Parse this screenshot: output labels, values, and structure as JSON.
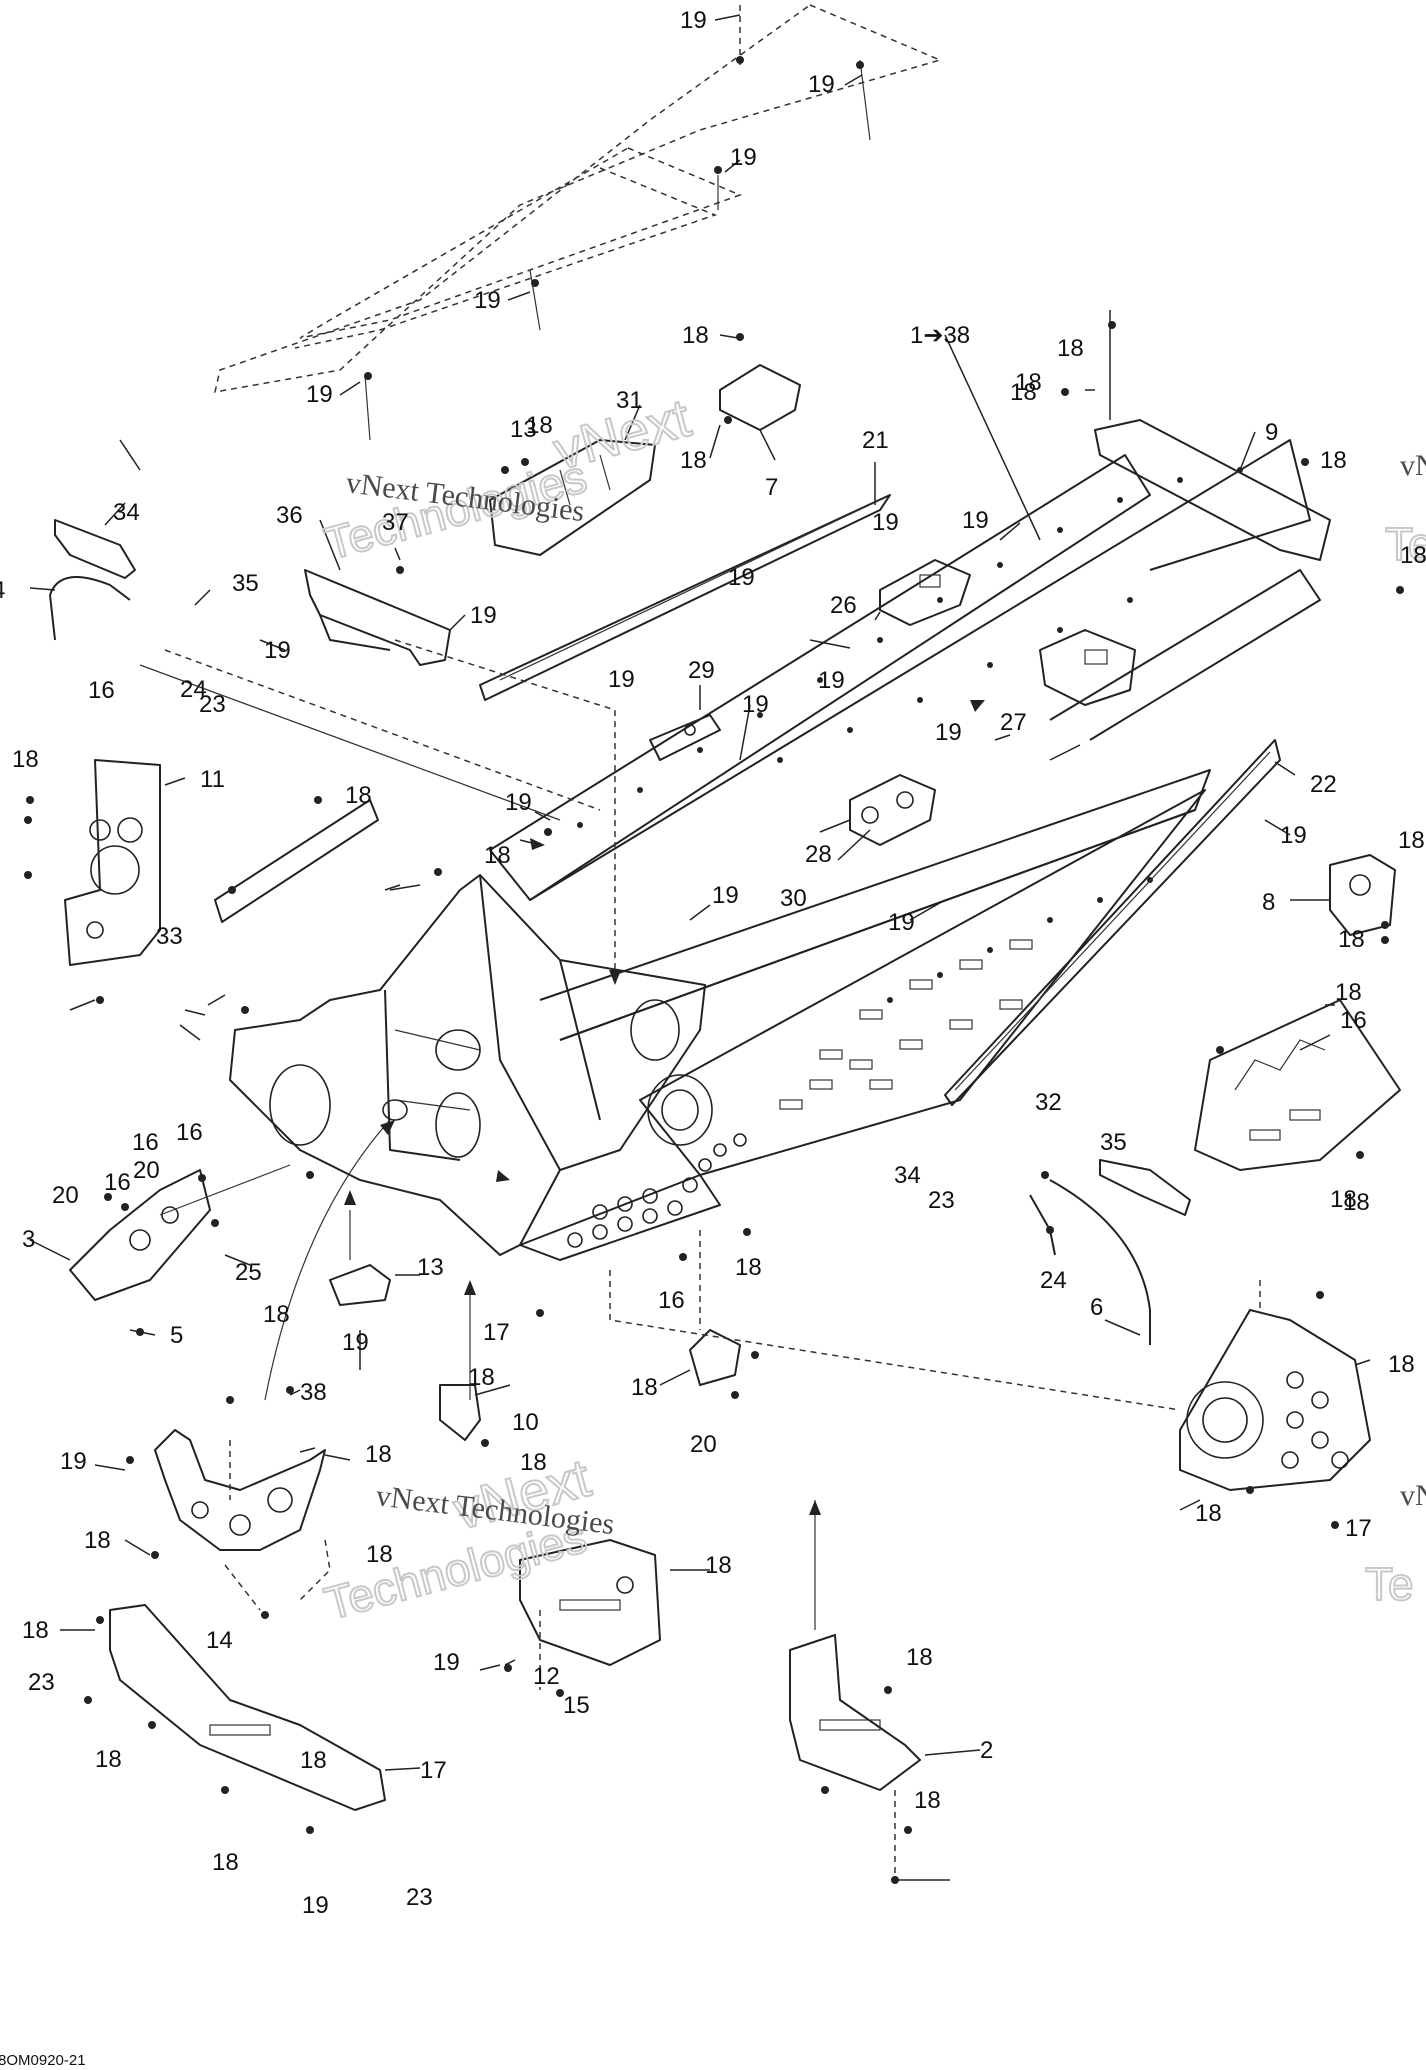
{
  "drawing_code": "8OM0920-21",
  "watermark": {
    "main": "vNext Technologies",
    "outline_top": "vNext",
    "outline_bottom": "Technologies",
    "edge_1": "vN",
    "edge_2": "Te"
  },
  "range_label": "1➔38",
  "callouts": [
    "19",
    "19",
    "19",
    "19",
    "19",
    "18",
    "18",
    "18",
    "7",
    "31",
    "18",
    "13",
    "21",
    "37",
    "36",
    "34",
    "35",
    "19",
    "19",
    "16",
    "24",
    "23",
    "4",
    "1➔38",
    "18",
    "18",
    "9",
    "18",
    "18",
    "19",
    "19",
    "19",
    "26",
    "19",
    "19",
    "27",
    "29",
    "19",
    "19",
    "22",
    "19",
    "18",
    "11",
    "18",
    "33",
    "19",
    "18",
    "18",
    "19",
    "28",
    "30",
    "19",
    "8",
    "18",
    "18",
    "18",
    "32",
    "35",
    "34",
    "23",
    "24",
    "16",
    "18",
    "16",
    "20",
    "16",
    "20",
    "16",
    "3",
    "25",
    "18",
    "13",
    "19",
    "16",
    "18",
    "17",
    "5",
    "6",
    "18",
    "20",
    "38",
    "18",
    "10",
    "18",
    "19",
    "18",
    "18",
    "18",
    "14",
    "18",
    "12",
    "18",
    "18",
    "17",
    "18",
    "23",
    "18",
    "19",
    "15",
    "18",
    "2",
    "18",
    "17",
    "18",
    "18",
    "19",
    "23"
  ]
}
